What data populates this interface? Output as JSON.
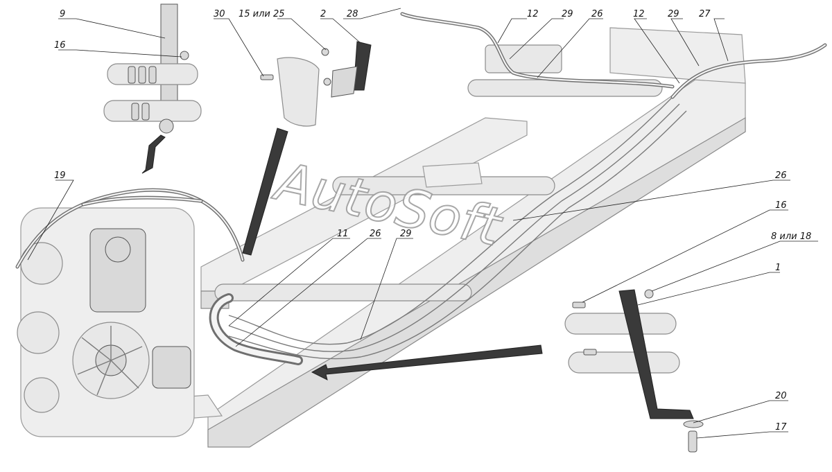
{
  "watermark": "AutoSoft",
  "callouts": {
    "c9": "9",
    "c16a": "16",
    "c19": "19",
    "c30": "30",
    "c15_25": "15 или 25",
    "c2": "2",
    "c28": "28",
    "c12a": "12",
    "c29a": "29",
    "c26a": "26",
    "c12b": "12",
    "c29b": "29",
    "c27": "27",
    "c26b": "26",
    "c16b": "16",
    "c8_18": "8 или 18",
    "c1": "1",
    "c11": "11",
    "c26c": "26",
    "c29c": "29",
    "c20": "20",
    "c17": "17"
  }
}
